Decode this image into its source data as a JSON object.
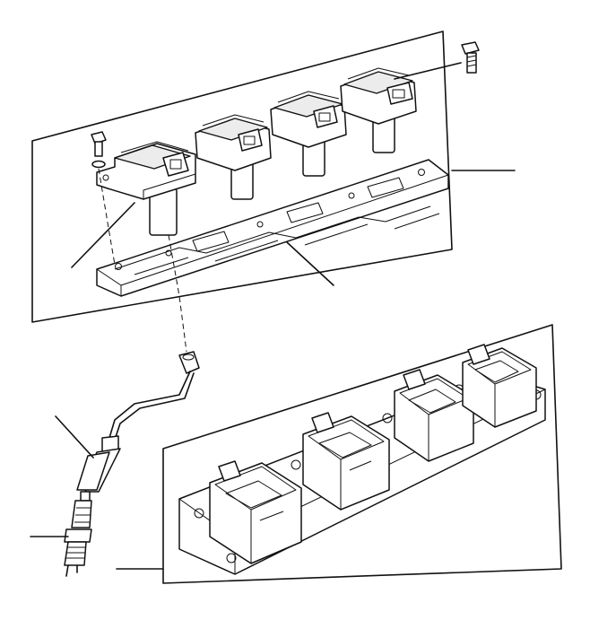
{
  "diagram": {
    "panels": [
      {
        "id": "coil-pack-exploded-view",
        "coil_count": 4
      },
      {
        "id": "coil-pack-assembled-view",
        "coil_count": 4
      }
    ],
    "callout_count": 7,
    "components": [
      "ignition-coil",
      "coil-mounting-plate",
      "bolt",
      "washer",
      "ht-lead",
      "spark-plug",
      "coil-boot"
    ]
  }
}
